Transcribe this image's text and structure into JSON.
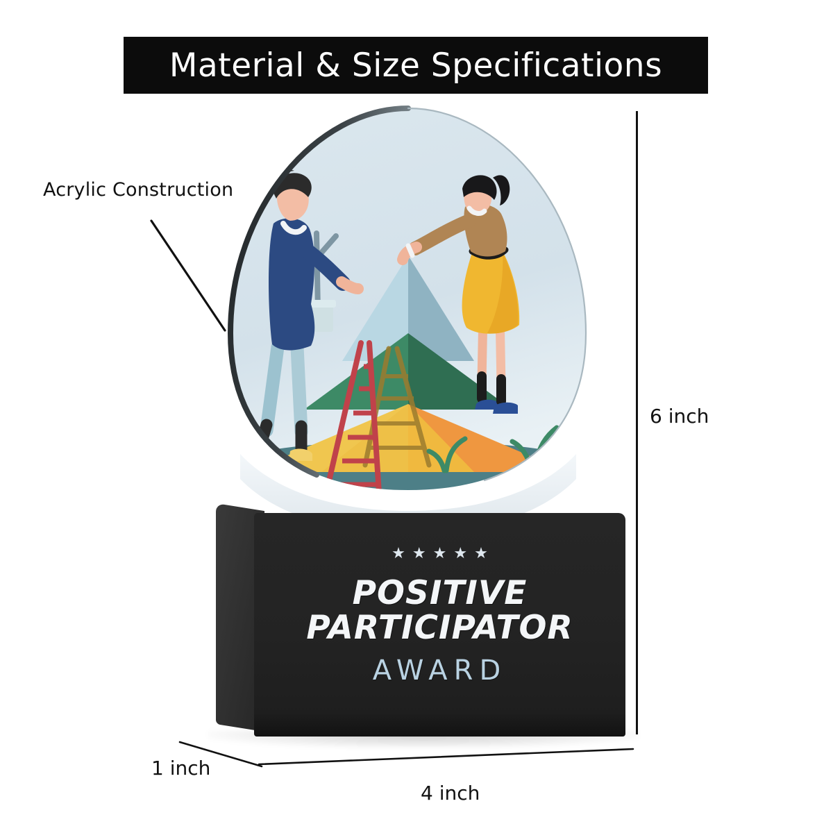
{
  "header": {
    "title": "Material & Size Specifications",
    "background_color": "#0c0c0c",
    "text_color": "#ffffff"
  },
  "annotations": {
    "acrylic": {
      "label": "Acrylic Construction",
      "leader_from": "218,318",
      "leader_to": "322,476"
    }
  },
  "dimensions": {
    "height": {
      "label": "6 inch",
      "value": 6,
      "unit": "inch"
    },
    "depth": {
      "label": "1 inch",
      "value": 1,
      "unit": "inch"
    },
    "width": {
      "label": "4 inch",
      "value": 4,
      "unit": "inch"
    }
  },
  "product": {
    "type": "acrylic-award-trophy",
    "dome_shape": "egg-oval",
    "dome_fill": "#d6e3ec",
    "dome_outline": "#2c2f31",
    "base_color": "#232323",
    "base_side_color": "#3a3a3a"
  },
  "plaque": {
    "stars": [
      "★",
      "★",
      "★",
      "★",
      "★"
    ],
    "star_count": 5,
    "star_color": "#dfe8ef",
    "line_1": "POSITIVE",
    "line_2": "PARTICIPATOR",
    "line_3": "AWARD",
    "line_1_color": "#f4f6f8",
    "line_2_color": "#f4f6f8",
    "line_3_color": "#b9d2e2"
  },
  "illustration": {
    "name": "two-people-building-pyramid",
    "sky_color": "#d6e3ec",
    "ground_ellipse_color": "#4d7f87",
    "pyramid": {
      "tier_top_left": "#b9d7e3",
      "tier_top_right": "#8fb3c2",
      "tier_mid_left": "#3d8a66",
      "tier_mid_right": "#2f6e52",
      "tier_bottom_left": "#f0c košile",
      "tier_bottom_left_color": "#f0c64f",
      "tier_bottom_mid": "#edb842",
      "tier_bottom_right": "#ef9740"
    },
    "ladder": {
      "color": "#c0424a",
      "shadow_color": "#9c7b2e",
      "rungs": 6
    },
    "plant_pot": {
      "pot_color": "#cfe0e3",
      "leaf_color": "#7e96a3"
    },
    "grass_color": "#3d8a66",
    "person_left": {
      "name": "man-holding-panel",
      "hair": "#2b2b2b",
      "skin": "#f0b49a",
      "sweater": "#2c4a82",
      "jeans": "#9cc2cf",
      "shoes": "#f2d06b"
    },
    "person_right": {
      "name": "woman-placing-top-tier",
      "hair": "#18181a",
      "skin": "#f0b49a",
      "top": "#b08554",
      "belt": "#1c1c1c",
      "skirt": "#f0b730",
      "socks": "#1c1c1c",
      "shoes": "#2a4f96"
    }
  }
}
